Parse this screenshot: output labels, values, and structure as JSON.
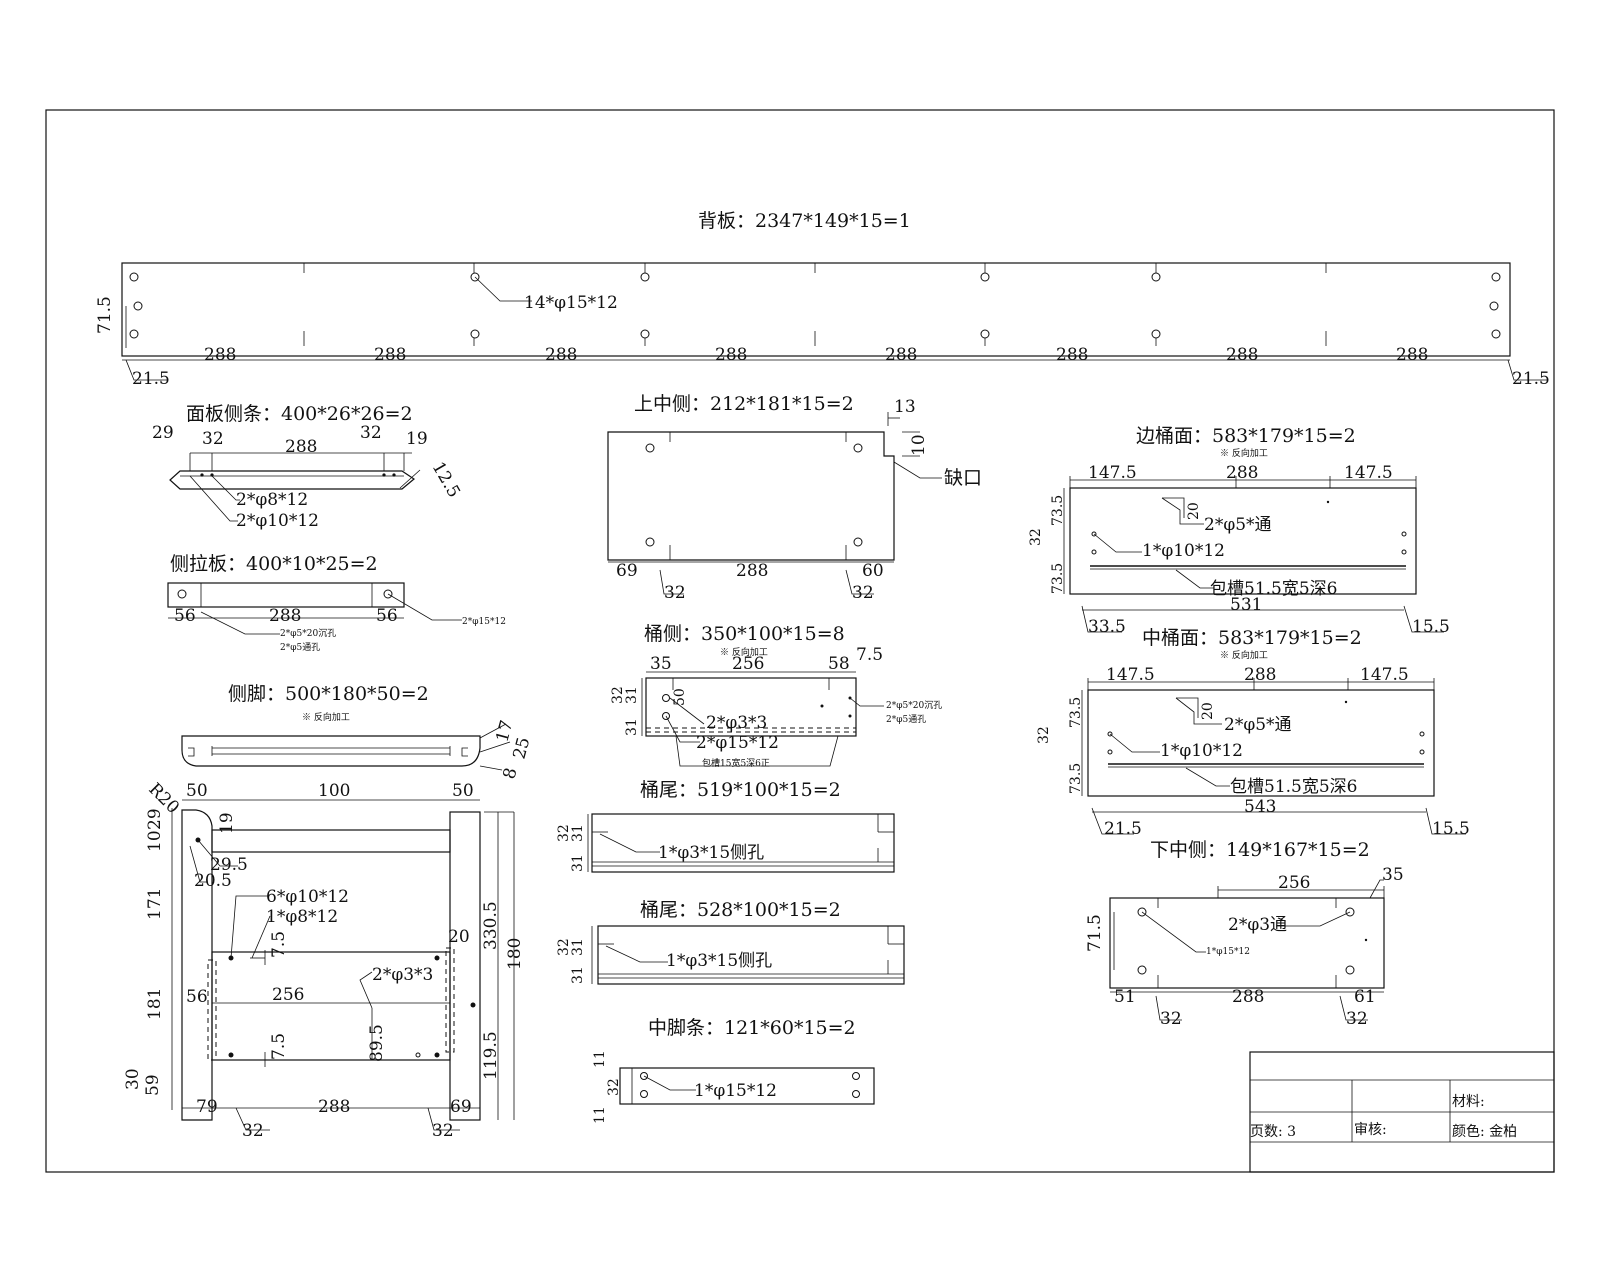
{
  "back_panel": {
    "title": "背板：2347*149*15=1",
    "hole_note": "14*φ15*12",
    "height": "71.5",
    "spacing": [
      "288",
      "288",
      "288",
      "288",
      "288",
      "288",
      "288",
      "288"
    ],
    "edge_left": "21.5",
    "edge_right": "21.5"
  },
  "panel_side_strip": {
    "title": "面板侧条：400*26*26=2",
    "dims": {
      "a": "29",
      "b": "32",
      "c": "288",
      "d": "32",
      "e": "19",
      "f": "12.5"
    },
    "notes": [
      "2*φ8*12",
      "2*φ10*12"
    ]
  },
  "side_pull_board": {
    "title": "侧拉板：400*10*25=2",
    "dims": {
      "a": "56",
      "b": "288",
      "c": "56"
    },
    "notes": [
      "2*φ5*20沉孔",
      "2*φ5通孔",
      "2*φ15*12"
    ]
  },
  "side_leg": {
    "title": "侧脚：500*180*50=2",
    "tiny": "※ 反向加工",
    "profile_dims": {
      "a": "17",
      "b": "25",
      "c": "8"
    },
    "top": {
      "a": "50",
      "b": "100",
      "c": "50"
    },
    "left": {
      "r": "R20",
      "a": "29",
      "b": "10",
      "c": "171",
      "d": "181",
      "e": "30",
      "f": "59"
    },
    "inner": {
      "a": "19",
      "b": "29.5",
      "c": "20.5",
      "d": "7.5",
      "e": "56",
      "f": "256",
      "g": "7.5",
      "h": "89.5",
      "i": "20"
    },
    "right": {
      "a": "330.5",
      "b": "180",
      "c": "119.5"
    },
    "bottom": {
      "a": "79",
      "b": "288",
      "c": "69",
      "d": "32",
      "e": "32"
    },
    "notes": [
      "6*φ10*12",
      "1*φ8*12",
      "2*φ3*3"
    ]
  },
  "upper_mid_side": {
    "title": "上中侧：212*181*15=2",
    "notch": "缺口",
    "dims": {
      "a": "13",
      "b": "10",
      "c": "69",
      "d": "288",
      "e": "60",
      "f": "32",
      "g": "32"
    }
  },
  "bucket_side": {
    "title": "桶侧：350*100*15=8",
    "tiny": "※ 反向加工",
    "dims": {
      "a": "35",
      "b": "256",
      "c": "58",
      "d": "7.5",
      "e": "32",
      "f": "31",
      "g": "50",
      "h": "31"
    },
    "notes": [
      "2*φ3*3",
      "2*φ15*12",
      "包槽15宽5深6正",
      "2*φ5*20沉孔",
      "2*φ5通孔"
    ]
  },
  "bucket_tail_1": {
    "title": "桶尾：519*100*15=2",
    "dims": {
      "a": "32",
      "b": "31",
      "c": "31"
    },
    "note": "1*φ3*15侧孔"
  },
  "bucket_tail_2": {
    "title": "桶尾：528*100*15=2",
    "dims": {
      "a": "32",
      "b": "31",
      "c": "31"
    },
    "note": "1*φ3*15侧孔"
  },
  "mid_foot_strip": {
    "title": "中脚条：121*60*15=2",
    "dims": {
      "a": "11",
      "b": "32",
      "c": "11"
    },
    "note": "1*φ15*12"
  },
  "edge_bucket_face": {
    "title": "边桶面：583*179*15=2",
    "tiny": "※ 反向加工",
    "dims": {
      "a": "147.5",
      "b": "288",
      "c": "147.5",
      "d": "20",
      "e": "73.5",
      "f": "32",
      "g": "73.5",
      "h": "531",
      "i": "33.5",
      "j": "15.5"
    },
    "notes": [
      "2*φ5*通",
      "1*φ10*12",
      "包槽51.5宽5深6"
    ]
  },
  "mid_bucket_face": {
    "title": "中桶面：583*179*15=2",
    "tiny": "※ 反向加工",
    "dims": {
      "a": "147.5",
      "b": "288",
      "c": "147.5",
      "d": "20",
      "e": "73.5",
      "f": "32",
      "g": "73.5",
      "h": "543",
      "i": "21.5",
      "j": "15.5"
    },
    "notes": [
      "2*φ5*通",
      "1*φ10*12",
      "包槽51.5宽5深6"
    ]
  },
  "lower_mid_side": {
    "title": "下中侧：149*167*15=2",
    "dims": {
      "a": "256",
      "b": "35",
      "c": "71.5",
      "d": "51",
      "e": "288",
      "f": "61",
      "g": "32",
      "h": "32"
    },
    "notes": [
      "2*φ3通",
      "1*φ15*12"
    ]
  },
  "title_block": {
    "material": "材料:",
    "pages": "页数: 3",
    "review": "审核:",
    "color": "颜色: 金柏"
  }
}
